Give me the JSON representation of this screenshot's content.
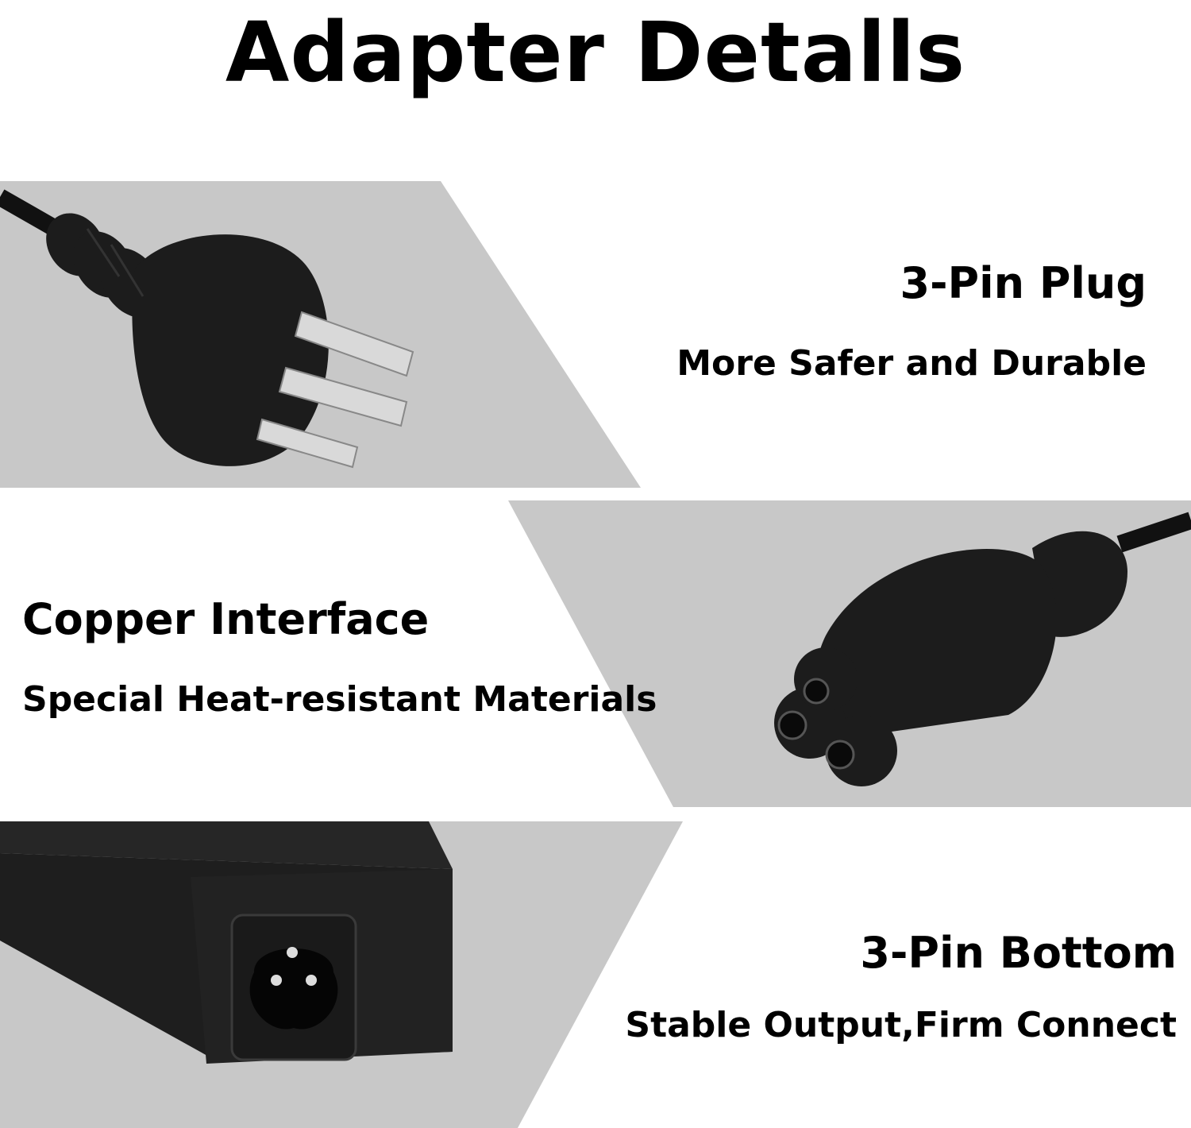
{
  "title": "Adapter Detalls",
  "colors": {
    "band_gray": "#c8c8c8",
    "plug_black": "#1a1a1a",
    "text": "#000000"
  },
  "sections": [
    {
      "heading": "3-Pin Plug",
      "subheading": "More Safer and Durable",
      "image": "au-3-pin-plug-photo"
    },
    {
      "heading": "Copper Interface",
      "subheading": "Special Heat-resistant Materials",
      "image": "c5-cloverleaf-connector-photo"
    },
    {
      "heading": "3-Pin Bottom",
      "subheading": "Stable Output,Firm Connect",
      "image": "adapter-brick-c6-socket-photo"
    }
  ]
}
